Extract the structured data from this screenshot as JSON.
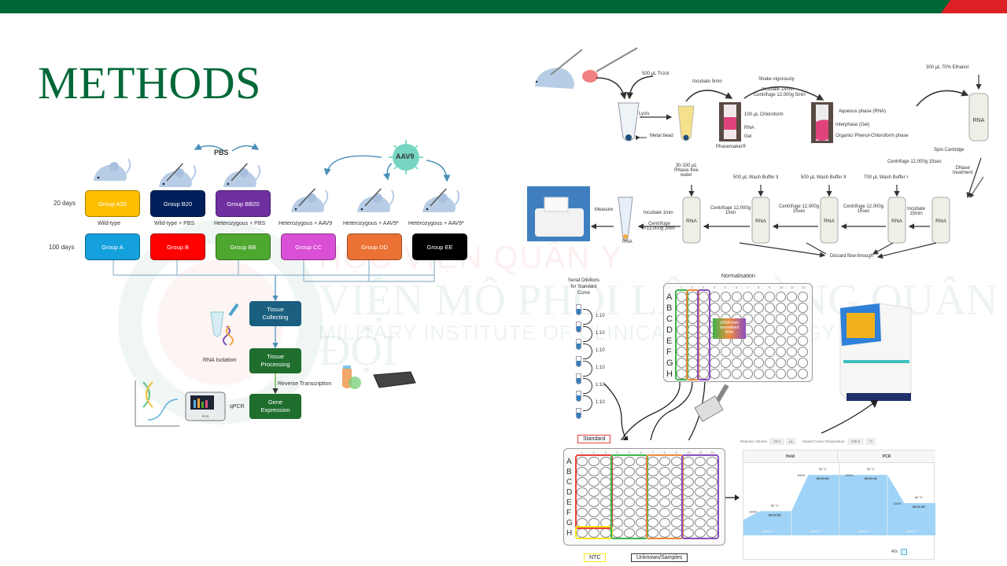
{
  "slide": {
    "title": "METHODS",
    "colors": {
      "brand_green": "#006837",
      "brand_red": "#de2127"
    },
    "watermark": {
      "line1": "HỌC VIỆN QUÂN Y",
      "line2": "VIỆN MÔ PHÔI LÂM SÀNG QUÂN ĐỘI",
      "line3": "MILITARY INSTITUTE OF CLINICAL EMBRYOLOGY"
    }
  },
  "study_design": {
    "time_labels": {
      "early": "20 days",
      "late": "100 days"
    },
    "injection_labels": {
      "pbs": "PBS",
      "aav9": "AAV9"
    },
    "groups_20": [
      {
        "label": "Group A20",
        "color": "#fdbf00"
      },
      {
        "label": "Group B20",
        "color": "#00205b"
      },
      {
        "label": "Group BB20",
        "color": "#7030a0"
      }
    ],
    "conditions": [
      "Wild-type",
      "Wild-type + PBS",
      "Heterozygous + PBS",
      "Heterozygous + AAV9",
      "Heterozygous + AAV9*",
      "Heterozygous + AAV9*"
    ],
    "groups_100": [
      {
        "label": "Group A",
        "color": "#14a0dc"
      },
      {
        "label": "Group B",
        "color": "#ff0000"
      },
      {
        "label": "Group BB",
        "color": "#4ea72e"
      },
      {
        "label": "Group CC",
        "color": "#d94fd6"
      },
      {
        "label": "Group DD",
        "color": "#eb7134"
      },
      {
        "label": "Group EE",
        "color": "#000000"
      }
    ],
    "flow": {
      "tissue_collecting": "Tissue Collecting",
      "tissue_processing": "Tissue Processing",
      "gene_expression": "Gene Expression",
      "rna_isolation": "RNA Isolation",
      "reverse_transcription": "Reverse Transcription",
      "qpcr": "qPCR",
      "pcr_device_label": "PCR"
    }
  },
  "rna_extraction": {
    "trizol": "500 µL Trizol",
    "lysis": "Lysis",
    "metal_bead": "Metal bead",
    "incubate_5": "Incubate 5min",
    "chloroform": "100 µL Chloroform",
    "rna": "RNA",
    "gel": "Gel",
    "phasemaker": "Phasemaker®",
    "shake": "Shake vigorously",
    "incubate_15_centrifuge": [
      "Incubate 15min",
      "Centrifuge 12,000g 5min"
    ],
    "aqueous": "Aqueous phase (RNA)",
    "interphase": "Interphase (Gel)",
    "organic": "Organic/ Phenol-Chloroform phase",
    "ethanol": "300 µL 70% Ethanol",
    "spin_cartridge": "Spin Cartridge",
    "centrifuge_15sec": "Centrifuge 12,000g 15sec",
    "dnase": [
      "DNase",
      "treatment"
    ],
    "incubate_15min": [
      "Incubate",
      "15min"
    ],
    "wash_buffer_1": "700 µL Wash Buffer I",
    "wash_buffer_2a": "500 µL Wash Buffer II",
    "wash_buffer_2b": "500 µL Wash Buffer II",
    "centrifuge_15s_a": [
      "Centrifuge 12,000g",
      "15sec"
    ],
    "centrifuge_15s_b": [
      "Centrifuge 12,000g",
      "15sec"
    ],
    "centrifuge_1min": [
      "Centrifuge 12,000g",
      "1min"
    ],
    "rnase_water": [
      "30-100 µL",
      "RNase-free",
      "water"
    ],
    "incubate_1min": "Incubate 1min",
    "centrifuge_2min": [
      "Centrifuge",
      ">12,000g 2min"
    ],
    "rna_final": "RNA",
    "measure": "Measure",
    "discard": "Discard flow-through",
    "tube_label": "RNA"
  },
  "qpcr_setup": {
    "serial_dilutions": [
      "Serial Dilutions",
      "for Standard",
      "Curve"
    ],
    "dilution_ratio": "1:10",
    "normalisation": "Normalisation",
    "cdna_label": [
      "cDNA from",
      "normalised",
      "RNA"
    ],
    "row_labels": [
      "A",
      "B",
      "C",
      "D",
      "E",
      "F",
      "G",
      "H"
    ],
    "col_labels": [
      "1",
      "2",
      "3",
      "4",
      "5",
      "6",
      "7",
      "8",
      "9",
      "10",
      "11",
      "12"
    ],
    "standard": "Standard",
    "ntc": "NTC",
    "unknown_samples": "Unknown/Samples",
    "colors": {
      "green": "#3bb54a",
      "orange": "#f08a3c",
      "purple": "#8a4fc0",
      "red": "#e8413c",
      "yellow": "#f5e61c"
    }
  },
  "thermal_profile": {
    "reaction_volume_label": "Reaction Volume",
    "reaction_volume": "20.0",
    "reaction_volume_unit": "µL",
    "cover_temp_label": "Heated Cover Temperature",
    "cover_temp": "105.0",
    "cover_temp_unit": "°C",
    "stages": [
      "Hold",
      "PCR"
    ],
    "steps": [
      {
        "stage": "Hold",
        "name": "Step 1",
        "ramp": "100%",
        "temp": "50 °C",
        "time": "00:02:00"
      },
      {
        "stage": "Hold",
        "name": "Step 2",
        "ramp": "100%",
        "temp": "95 °C",
        "time": "00:10:00"
      },
      {
        "stage": "PCR",
        "name": "Step 1",
        "ramp": "100%",
        "temp": "95 °C",
        "time": "00:00:15"
      },
      {
        "stage": "PCR",
        "name": "Step 2",
        "ramp": "100%",
        "temp": "60 °C",
        "time": "00:01:00"
      }
    ],
    "cycles": "40x"
  }
}
